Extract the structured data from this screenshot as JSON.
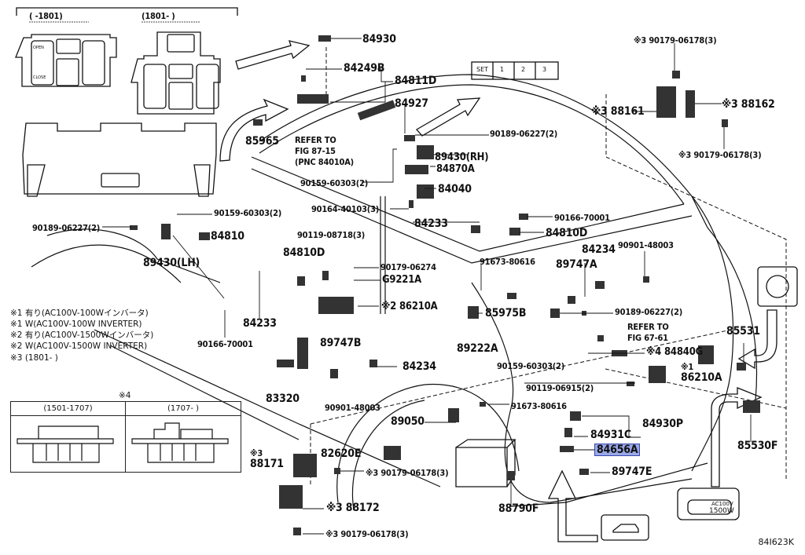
{
  "diagram_code": "84I623K",
  "highlighted_part": "84656A",
  "colors": {
    "highlight": "#9aa8e8",
    "line": "#111111"
  },
  "switch_panels": {
    "before": "(      -1801)",
    "after": "(1801-       )",
    "button_labels": [
      "OPEN",
      "CLOSE"
    ]
  },
  "memory_switch": [
    "SET",
    "1",
    "2",
    "3"
  ],
  "inverter_badge": [
    "AC100V",
    "1500W"
  ],
  "notes": [
    "※1 有り(AC100V-100Wインバータ)",
    "※1 W(AC100V-100W INVERTER)",
    "※2 有り(AC100V-1500Wインバータ)",
    "※2 W(AC100V-1500W INVERTER)",
    "※3 (1801-       )"
  ],
  "table4": {
    "mark": "※4",
    "col1": "(1501-1707)",
    "col2": "(1707-       )"
  },
  "labels": [
    "84930",
    "84249B",
    "84811D",
    "84927",
    "85965",
    "REFER TO",
    "FIG 87-15",
    "(PNC 84010A)",
    "90189-06227(2)",
    "89430(RH)",
    "84870A",
    "90159-60303(2)",
    "84040",
    "90164-40103(3)",
    "90189-06227(2)",
    "90159-60303(2)",
    "84810",
    "89430(LH)",
    "90119-08718(3)",
    "84233",
    "90166-70001",
    "84810D",
    "84810D",
    "84234",
    "90901-48003",
    "91673-80616",
    "90179-06274",
    "G9221A",
    "89747A",
    "※2 86210A",
    "85975B",
    "90189-06227(2)",
    "84233",
    "REFER TO",
    "FIG 67-61",
    "90166-70001",
    "89747B",
    "89222A",
    "※4 84840G",
    "84234",
    "※1",
    "86210A",
    "90159-60303(2)",
    "90119-06915(2)",
    "83320",
    "90901-48003",
    "91673-80616",
    "84930P",
    "89050",
    "84931C",
    "84656A",
    "82620E",
    "※3",
    "88171",
    "※3 90179-06178(3)",
    "89747E",
    "85531",
    "85530F",
    "88790F",
    "※3 88172",
    "※3 90179-06178(3)",
    "※3 90179-06178(3)",
    "※3 88161",
    "※3 88162",
    "※3 90179-06178(3)"
  ]
}
